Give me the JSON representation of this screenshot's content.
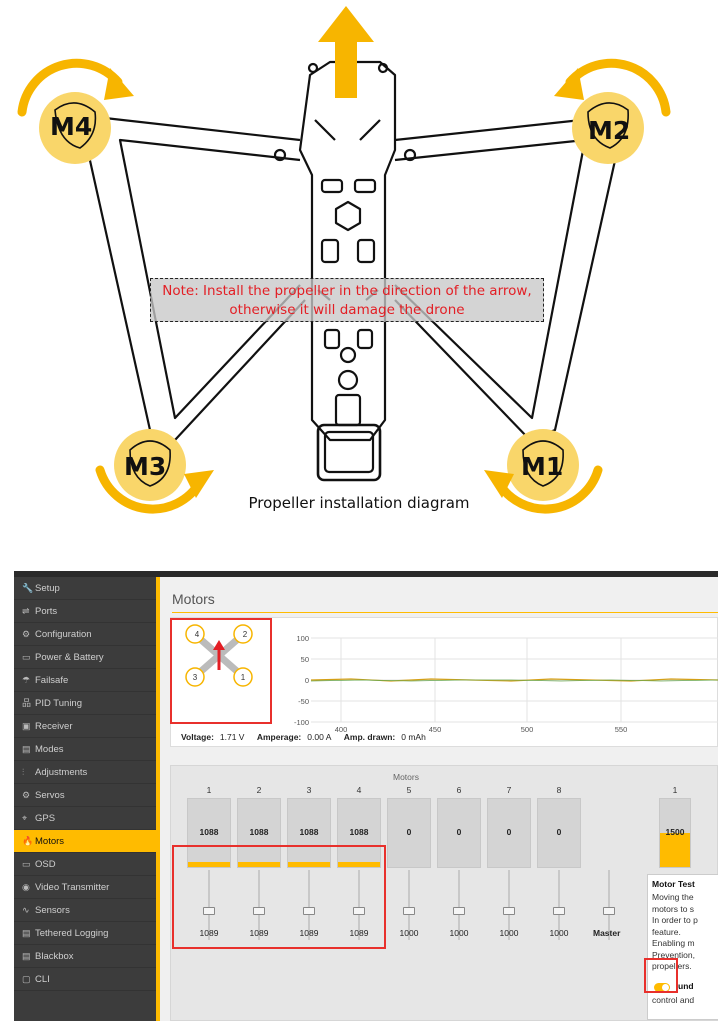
{
  "diagram": {
    "motor_labels": [
      "M4",
      "M2",
      "M3",
      "M1"
    ],
    "note_line1": "Note: Install the propeller in the direction of the arrow,",
    "note_line2": "otherwise it will damage the drone",
    "caption": "Propeller installation diagram",
    "colors": {
      "arrow": "#f7b500",
      "motor_circle": "#f9d66a",
      "note_text": "#e31e24"
    }
  },
  "app": {
    "sidebar": {
      "items": [
        {
          "label": "Setup",
          "icon": "wrench-icon"
        },
        {
          "label": "Ports",
          "icon": "plug-icon"
        },
        {
          "label": "Configuration",
          "icon": "gear-icon"
        },
        {
          "label": "Power & Battery",
          "icon": "battery-icon"
        },
        {
          "label": "Failsafe",
          "icon": "parachute-icon"
        },
        {
          "label": "PID Tuning",
          "icon": "sitemap-icon"
        },
        {
          "label": "Receiver",
          "icon": "receiver-icon"
        },
        {
          "label": "Modes",
          "icon": "modes-icon"
        },
        {
          "label": "Adjustments",
          "icon": "sliders-icon"
        },
        {
          "label": "Servos",
          "icon": "servo-icon"
        },
        {
          "label": "GPS",
          "icon": "gps-icon"
        },
        {
          "label": "Motors",
          "icon": "fire-icon"
        },
        {
          "label": "OSD",
          "icon": "osd-icon"
        },
        {
          "label": "Video Transmitter",
          "icon": "vtx-icon"
        },
        {
          "label": "Sensors",
          "icon": "sensor-icon"
        },
        {
          "label": "Tethered Logging",
          "icon": "database-icon"
        },
        {
          "label": "Blackbox",
          "icon": "blackbox-icon"
        },
        {
          "label": "CLI",
          "icon": "terminal-icon"
        }
      ],
      "active_index": 11,
      "accent": "#ffbb00"
    },
    "tab_title": "Motors",
    "graph": {
      "y_ticks": [
        "100",
        "50",
        "0",
        "-50",
        "-100"
      ],
      "x_ticks": [
        "400",
        "450",
        "500",
        "550"
      ],
      "mini_motor_numbers": [
        "4",
        "2",
        "3",
        "1"
      ]
    },
    "telemetry": {
      "voltage_label": "Voltage:",
      "voltage_value": "1.71 V",
      "amperage_label": "Amperage:",
      "amperage_value": "0.00 A",
      "drawn_label": "Amp. drawn:",
      "drawn_value": "0 mAh"
    },
    "motors_panel": {
      "title": "Motors",
      "channels": [
        {
          "num": "1",
          "value": "1088",
          "slider": "1089",
          "fill": 0.08
        },
        {
          "num": "2",
          "value": "1088",
          "slider": "1089",
          "fill": 0.08
        },
        {
          "num": "3",
          "value": "1088",
          "slider": "1089",
          "fill": 0.08
        },
        {
          "num": "4",
          "value": "1088",
          "slider": "1089",
          "fill": 0.08
        },
        {
          "num": "5",
          "value": "0",
          "slider": "1000",
          "fill": 0
        },
        {
          "num": "6",
          "value": "0",
          "slider": "1000",
          "fill": 0
        },
        {
          "num": "7",
          "value": "0",
          "slider": "1000",
          "fill": 0
        },
        {
          "num": "8",
          "value": "0",
          "slider": "1000",
          "fill": 0
        }
      ],
      "master_label": "Master",
      "servo": {
        "num": "1",
        "value": "1500",
        "fill": 0.5
      }
    },
    "motor_test_note": {
      "title": "Motor Test",
      "lines": [
        "Moving the",
        "motors to s",
        "In order to p",
        "feature.",
        "Enabling m",
        "Prevention,",
        "propellers."
      ],
      "toggle_text": "und",
      "toggle_sub": "control and"
    }
  }
}
